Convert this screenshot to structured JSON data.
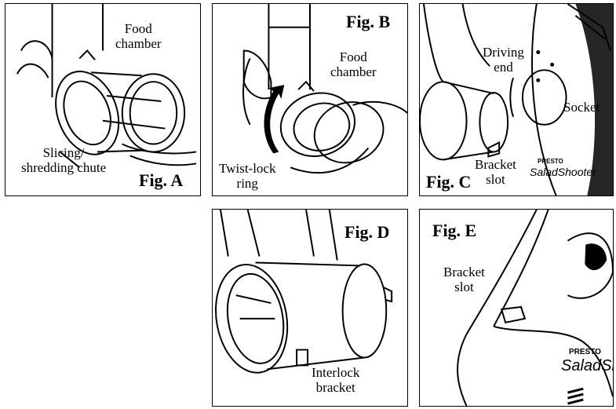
{
  "figures": {
    "a": {
      "title": "Fig. A",
      "label_1_line1": "Food",
      "label_1_line2": "chamber",
      "label_2_line1": "Slicing/",
      "label_2_line2": "shredding chute"
    },
    "b": {
      "title": "Fig. B",
      "label_1_line1": "Food",
      "label_1_line2": "chamber",
      "label_2_line1": "Twist-lock",
      "label_2_line2": "ring"
    },
    "c": {
      "title": "Fig. C",
      "label_1_line1": "Driving",
      "label_1_line2": "end",
      "label_2_line1": "Socket",
      "label_3_line1": "Bracket",
      "label_3_line2": "slot",
      "brand_1": "PRESTO",
      "brand_2": "SaladShooter"
    },
    "d": {
      "title": "Fig. D",
      "label_1_line1": "Interlock",
      "label_1_line2": "bracket"
    },
    "e": {
      "title": "Fig. E",
      "label_1_line1": "Bracket",
      "label_1_line2": "slot",
      "brand_1": "PRESTO",
      "brand_2": "SaladShoo"
    }
  }
}
